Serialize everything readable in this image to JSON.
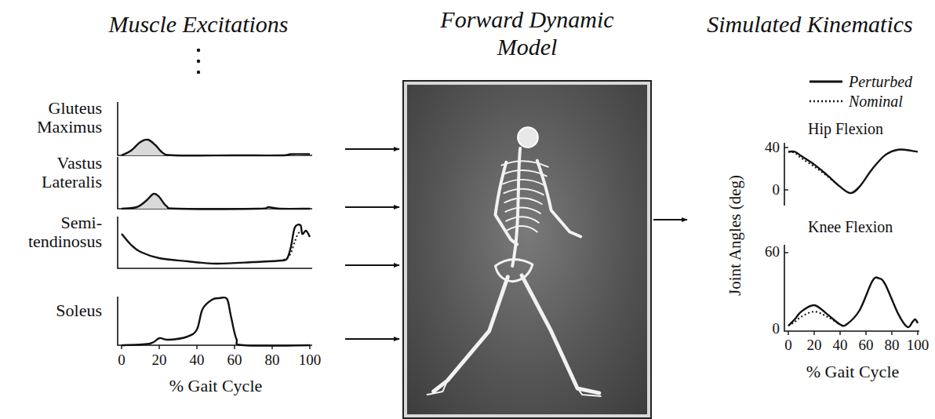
{
  "diagram": {
    "nodes": [
      {
        "text": [
          "Gluteus Maximus"
        ]
      },
      {
        "text": [
          "Vastus Lateralis"
        ]
      },
      {
        "text": [
          "Semi- tendinosus"
        ]
      },
      {
        "text": [
          "Soleus"
        ]
      },
      {
        "text": [
          "Forward Dynamic Model"
        ]
      },
      {
        "text": [
          "Simulated Kinematics"
        ]
      }
    ],
    "edges": [
      {
        "from": 0,
        "to": 4,
        "arrow": "to"
      },
      {
        "from": 1,
        "to": 4,
        "arrow": "to"
      },
      {
        "from": 2,
        "to": 4,
        "arrow": "to"
      },
      {
        "from": 3,
        "to": 4,
        "arrow": "to"
      },
      {
        "from": 4,
        "to": 5,
        "arrow": "to"
      }
    ],
    "labels": [
      "Muscle Excitations",
      "0",
      "20",
      "40",
      "60",
      "80",
      "100",
      "% Gait Cycle",
      "Hip Flexion",
      "40",
      "0",
      "Knee Flexion",
      "60",
      "0",
      "Joint Angles (deg)",
      "0",
      "20",
      "40",
      "60",
      "80",
      "100",
      "% Gait Cycle"
    ],
    "legend": [
      {
        "text": "Perturbed"
      },
      {
        "text": "Nominal"
      }
    ]
  }
}
